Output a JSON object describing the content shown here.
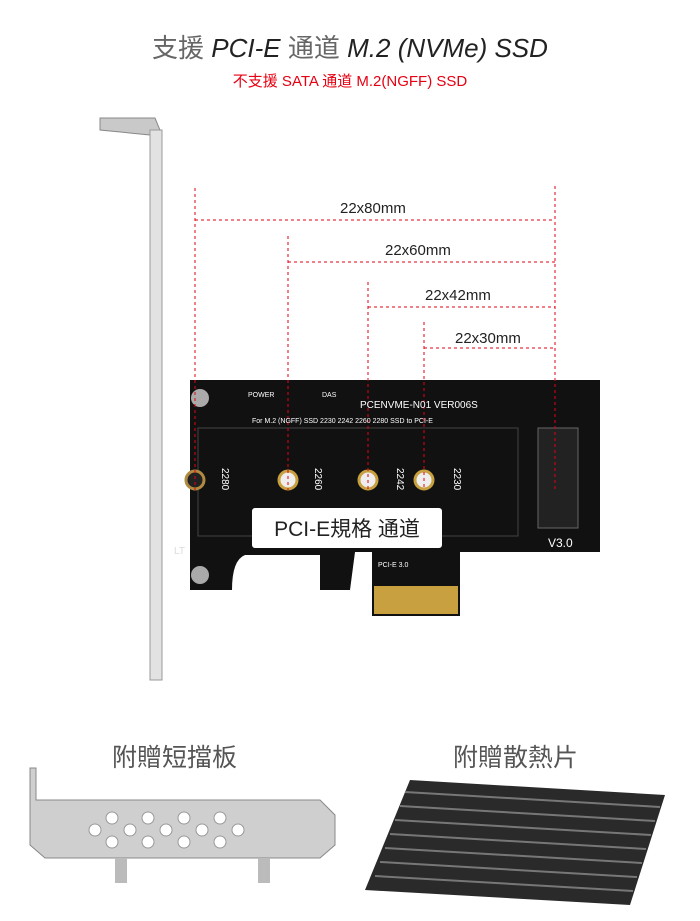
{
  "header": {
    "title_cjk_1": "支援",
    "title_pcie": "PCI-E",
    "title_cjk_2": "通道",
    "title_model": "M.2 (NVMe) SSD",
    "subtitle": "不支援 SATA 通道 M.2(NGFF) SSD"
  },
  "dimensions": [
    "22x80mm",
    "22x60mm",
    "22x42mm",
    "22x30mm"
  ],
  "board": {
    "model": "PCENVME-N01 VER006S",
    "support_line": "For M.2 (NGFF) SSD 2230 2242 2260 2280 SSD to PCI-E",
    "power": "POWER",
    "das": "DAS",
    "slot_labels": [
      "2280",
      "2260",
      "2242",
      "2230"
    ],
    "version": "V3.0",
    "lt": "LT",
    "pcie": "PCI-E 3.0",
    "overlay": "PCI-E規格  通道"
  },
  "accessories": {
    "bracket": "附贈短擋板",
    "heatsink": "附贈散熱片"
  },
  "colors": {
    "accent": "#e60012",
    "board": "#111111"
  }
}
